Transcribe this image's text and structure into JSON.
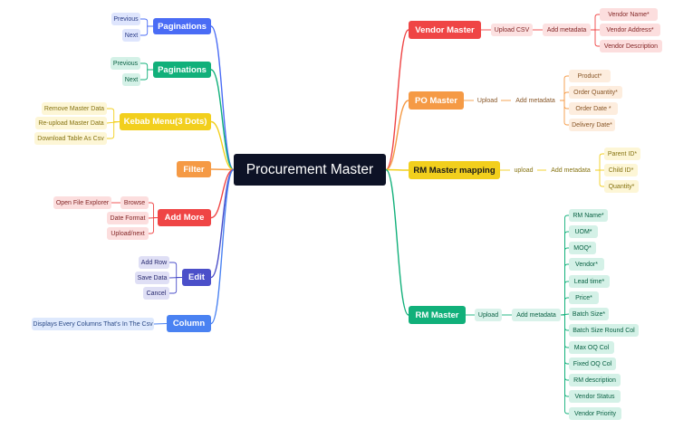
{
  "root": {
    "label": "Procurement Master"
  },
  "left_branches": [
    {
      "label": "Paginations",
      "color": "#4a6cf5",
      "children": [
        "Previous",
        "Next"
      ]
    },
    {
      "label": "Paginations",
      "color": "#11b07a",
      "children": [
        "Previous",
        "Next"
      ]
    },
    {
      "label": "Kebab Menu(3 Dots)",
      "color": "#f2cf1d",
      "children": [
        "Remove Master Data",
        "Re-upload Master Data",
        "Download Table As Csv"
      ]
    },
    {
      "label": "Filter",
      "color": "#f59a45",
      "children": []
    },
    {
      "label": "Add More",
      "color": "#ef4545",
      "children": [
        "Browse",
        "Date Format",
        "Upload/next"
      ],
      "sub": [
        "Open File Explorer"
      ]
    },
    {
      "label": "Edit",
      "color": "#4b4fc9",
      "children": [
        "Add Row",
        "Save Data",
        "Cancel"
      ]
    },
    {
      "label": "Column",
      "color": "#4a82f2",
      "children": [
        "Displays Every Columns That's In The Csv"
      ]
    }
  ],
  "right_branches": [
    {
      "label": "Vendor Master",
      "color": "#ef4545",
      "steps": [
        "Upload CSV",
        "Add metadata"
      ],
      "fields": [
        "Vendor Name*",
        "Vendor Address*",
        "Vendor Description"
      ]
    },
    {
      "label": "PO Master",
      "color": "#f59a45",
      "steps": [
        "Upload",
        "Add metadata"
      ],
      "fields": [
        "Product*",
        "Order Quantity*",
        "Order Date *",
        "Delivery Date*"
      ]
    },
    {
      "label": "RM Master mapping",
      "color": "#f2cf1d",
      "steps": [
        "upload",
        "Add metadata"
      ],
      "fields": [
        "Parent ID*",
        "Child ID*",
        "Quantity*"
      ]
    },
    {
      "label": "RM Master",
      "color": "#11b07a",
      "steps": [
        "Upload",
        "Add metadata"
      ],
      "fields": [
        "RM Name*",
        "UOM*",
        "MOQ*",
        "Vendor*",
        "Lead time*",
        "Price*",
        "Batch Size*",
        "Batch Size Round Col",
        "Max OQ Col",
        "Fixed OQ Col",
        "RM description",
        "Vendor Status",
        "Vendor Priority"
      ]
    }
  ]
}
